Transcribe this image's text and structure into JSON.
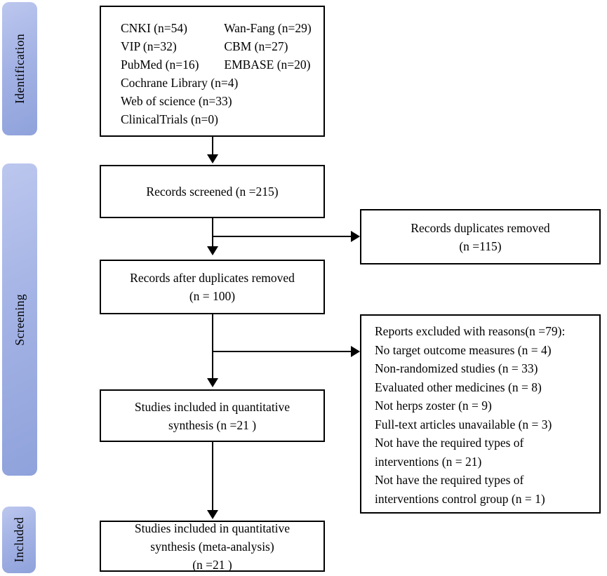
{
  "figure": {
    "title": "PRISMA study selection flow diagram",
    "stages": [
      {
        "label": "Identification"
      },
      {
        "label": "Screening"
      },
      {
        "label": "Included"
      }
    ],
    "boxes": {
      "databases": {
        "rows": [
          {
            "c1": "CNKI (n=54)",
            "c2": "Wan-Fang (n=29)"
          },
          {
            "c1": "VIP (n=32)",
            "c2": "CBM (n=27)"
          },
          {
            "c1": "PubMed (n=16)",
            "c2": "EMBASE (n=20)"
          },
          {
            "c1": "Cochrane Library (n=4)"
          },
          {
            "c1": "Web of science (n=33)"
          },
          {
            "c1": "ClinicalTrials (n=0)"
          }
        ]
      },
      "screened": {
        "lines": [
          "Records screened (n =215)"
        ]
      },
      "duplicates_removed": {
        "lines": [
          "Records duplicates removed",
          "(n =115)"
        ]
      },
      "after_duplicates": {
        "lines": [
          "Records after duplicates removed",
          "(n = 100)"
        ]
      },
      "excluded": {
        "lines": [
          "Reports excluded with reasons(n =79):",
          "No target outcome measures (n = 4)",
          "Non-randomized studies (n = 33)",
          "Evaluated other medicines (n = 8)",
          "Not herps zoster (n = 9)",
          "Full-text articles unavailable (n = 3)",
          "Not have the required types of",
          "interventions (n = 21)",
          "Not have the required types of",
          "interventions control group (n = 1)"
        ]
      },
      "quantitative": {
        "lines": [
          "Studies included in quantitative",
          "synthesis (n =21 )"
        ]
      },
      "meta_analysis": {
        "lines": [
          "Studies included in quantitative",
          "synthesis (meta-analysis)",
          "(n =21 )"
        ]
      }
    },
    "colors": {
      "stage_fill_light": "#bcc7ee",
      "stage_fill_dark": "#8fa2db",
      "box_border": "#000000",
      "text": "#000000",
      "background": "#ffffff"
    }
  }
}
